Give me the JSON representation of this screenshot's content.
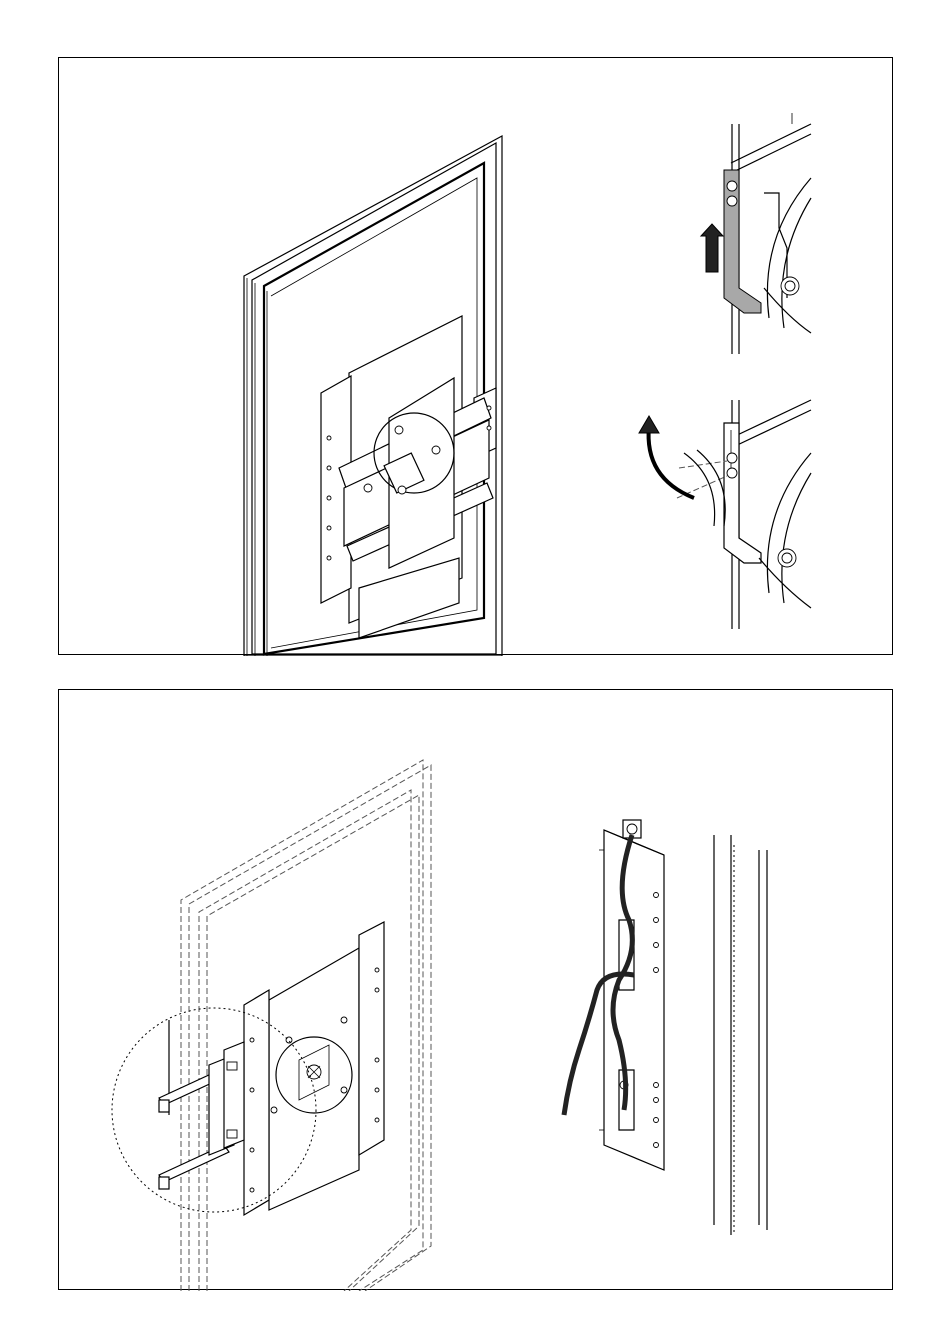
{
  "figure": {
    "panels": [
      {
        "id": "top",
        "views": [
          "display-with-mount-brackets",
          "hook-slide-up-detail",
          "hook-rotate-detail"
        ]
      },
      {
        "id": "bottom",
        "views": [
          "spacer-arms-detail",
          "cable-routing-detail"
        ]
      }
    ]
  },
  "icons": {
    "up_arrow": "slide-up-arrow-icon",
    "rotate_arrow": "rotate-arrow-icon",
    "magnifier_circle": "detail-circle-icon"
  },
  "colors": {
    "line": "#000000",
    "grey_part": "#a8a8a8",
    "cable": "#222222"
  }
}
